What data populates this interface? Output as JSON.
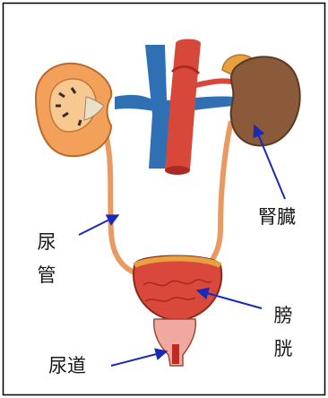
{
  "labels": {
    "ureter": "尿管",
    "kidney": "腎臓",
    "bladder": "膀胱",
    "urethra": "尿道"
  },
  "colors": {
    "vein": "#2f6fb3",
    "artery": "#d8483a",
    "ureter": "#f0a870",
    "kidney_cut": "#f2a05a",
    "kidney_outer": "#8a5a3a",
    "bladder": "#d9483a",
    "arrow": "#1a2ab8"
  }
}
